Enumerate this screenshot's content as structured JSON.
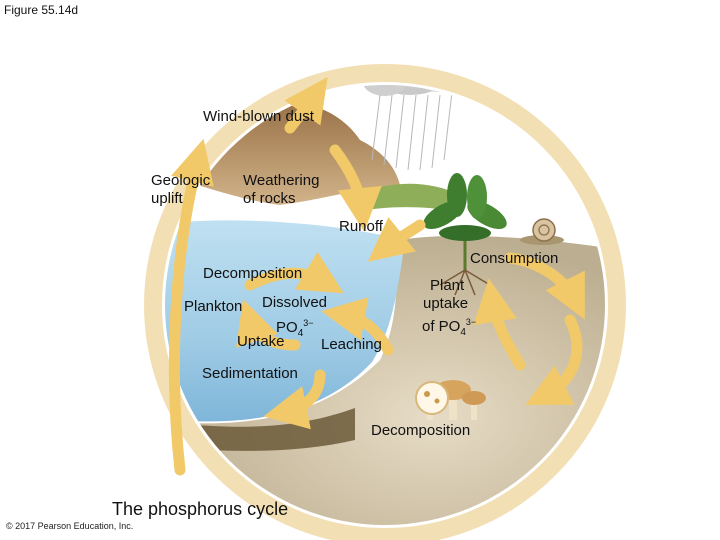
{
  "figure_label": "Figure 55.14d",
  "title": "The phosphorus cycle",
  "credit": "© 2017 Pearson Education, Inc.",
  "labels": {
    "wind_blown_dust": "Wind-blown dust",
    "geologic_uplift": "Geologic uplift",
    "weathering_of_rocks": "Weathering of rocks",
    "runoff": "Runoff",
    "consumption": "Consumption",
    "decomposition_water": "Decomposition",
    "plankton": "Plankton",
    "dissolved": "Dissolved",
    "po4_base": "PO",
    "po4_sub": "4",
    "po4_sup": "3−",
    "uptake": "Uptake",
    "leaching": "Leaching",
    "plant_uptake_line1": "Plant",
    "plant_uptake_line2": "uptake",
    "plant_uptake_of": "of PO",
    "sedimentation": "Sedimentation",
    "decomposition_soil": "Decomposition"
  },
  "colors": {
    "outer_ring": "#f3dfb4",
    "arrow": "#f2c969",
    "arrow_edge": "#d9a93f",
    "water": "#a9d3ea",
    "deep_water": "#6fb0d6",
    "soil": "#cfc3a8",
    "sediment": "#6b5a3a",
    "rock": "#b48a5c",
    "plant": "#3f7d2f",
    "cloud": "#c9c9c9"
  }
}
